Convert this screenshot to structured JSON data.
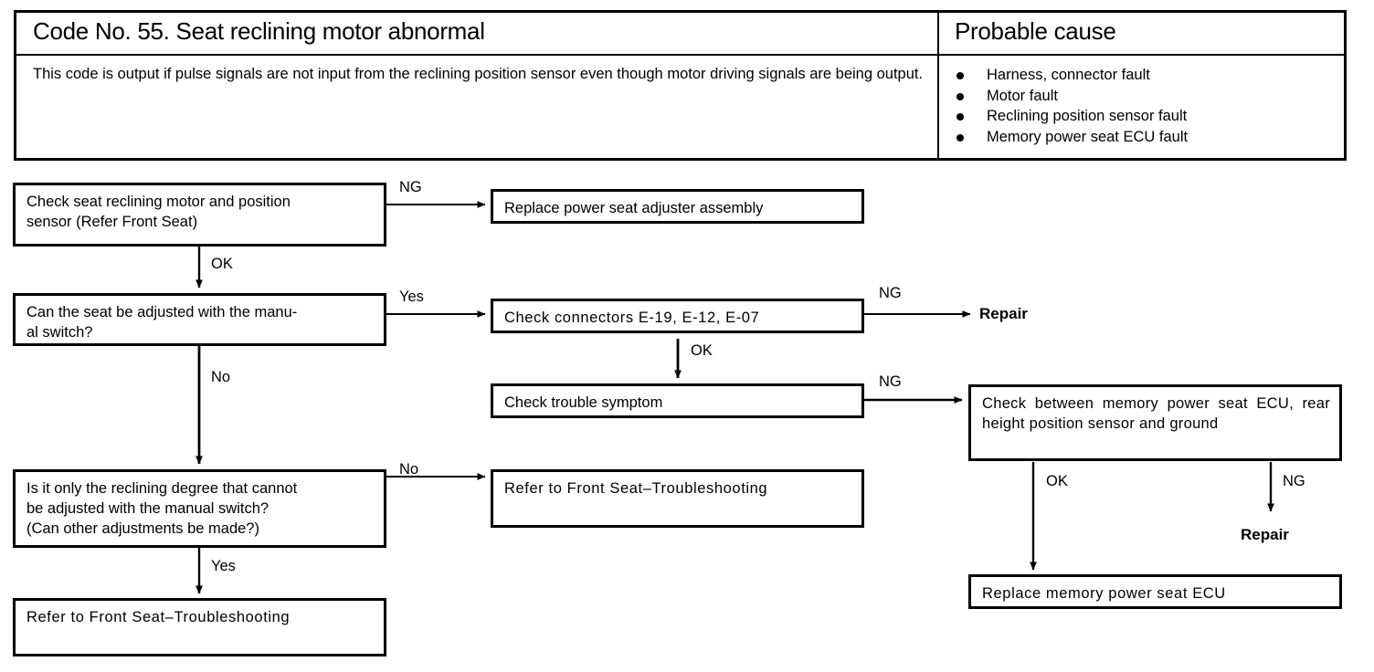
{
  "header": {
    "code_title": "Code No. 55. Seat reclining motor abnormal",
    "cause_title": "Probable cause",
    "description": "This code is output if pulse signals are not input from the reclining position sensor even though motor driving signals are being output.",
    "causes": [
      "Harness, connector fault",
      "Motor fault",
      "Reclining position sensor fault",
      "Memory power seat ECU fault"
    ]
  },
  "flow": {
    "boxes": {
      "check_motor_sensor": "Check seat reclining motor and position\nsensor (Refer Front Seat)",
      "replace_adjuster": "Replace power seat adjuster assembly",
      "can_adjust_manual": "Can the seat be adjusted with the manu-\nal switch?",
      "check_connectors": "Check connectors E-19, E-12, E-07",
      "check_trouble_symptom": "Check trouble symptom",
      "check_between_ecu": "Check between memory power seat ECU, rear height position sensor and ground",
      "only_reclining_degree": "Is it only the reclining degree that cannot\nbe adjusted with the manual switch?\n(Can other adjustments be made?)",
      "refer_front_seat_mid": "Refer  to  Front  Seat–Troubleshooting",
      "refer_front_seat_left": "Refer  to  Front  Seat–Troubleshooting",
      "replace_ecu": "Replace memory power seat ECU"
    },
    "plain_labels": {
      "repair_top": "Repair",
      "repair_bottom": "Repair"
    },
    "edges": {
      "ng_1": "NG",
      "ok_1": "OK",
      "yes_1": "Yes",
      "ng_2": "NG",
      "ok_2": "OK",
      "no_1": "No",
      "ng_3": "NG",
      "no_2": "No",
      "yes_2": "Yes",
      "ok_3": "OK",
      "ng_4": "NG"
    }
  },
  "colors": {
    "ink": "#000000",
    "paper": "#ffffff"
  }
}
